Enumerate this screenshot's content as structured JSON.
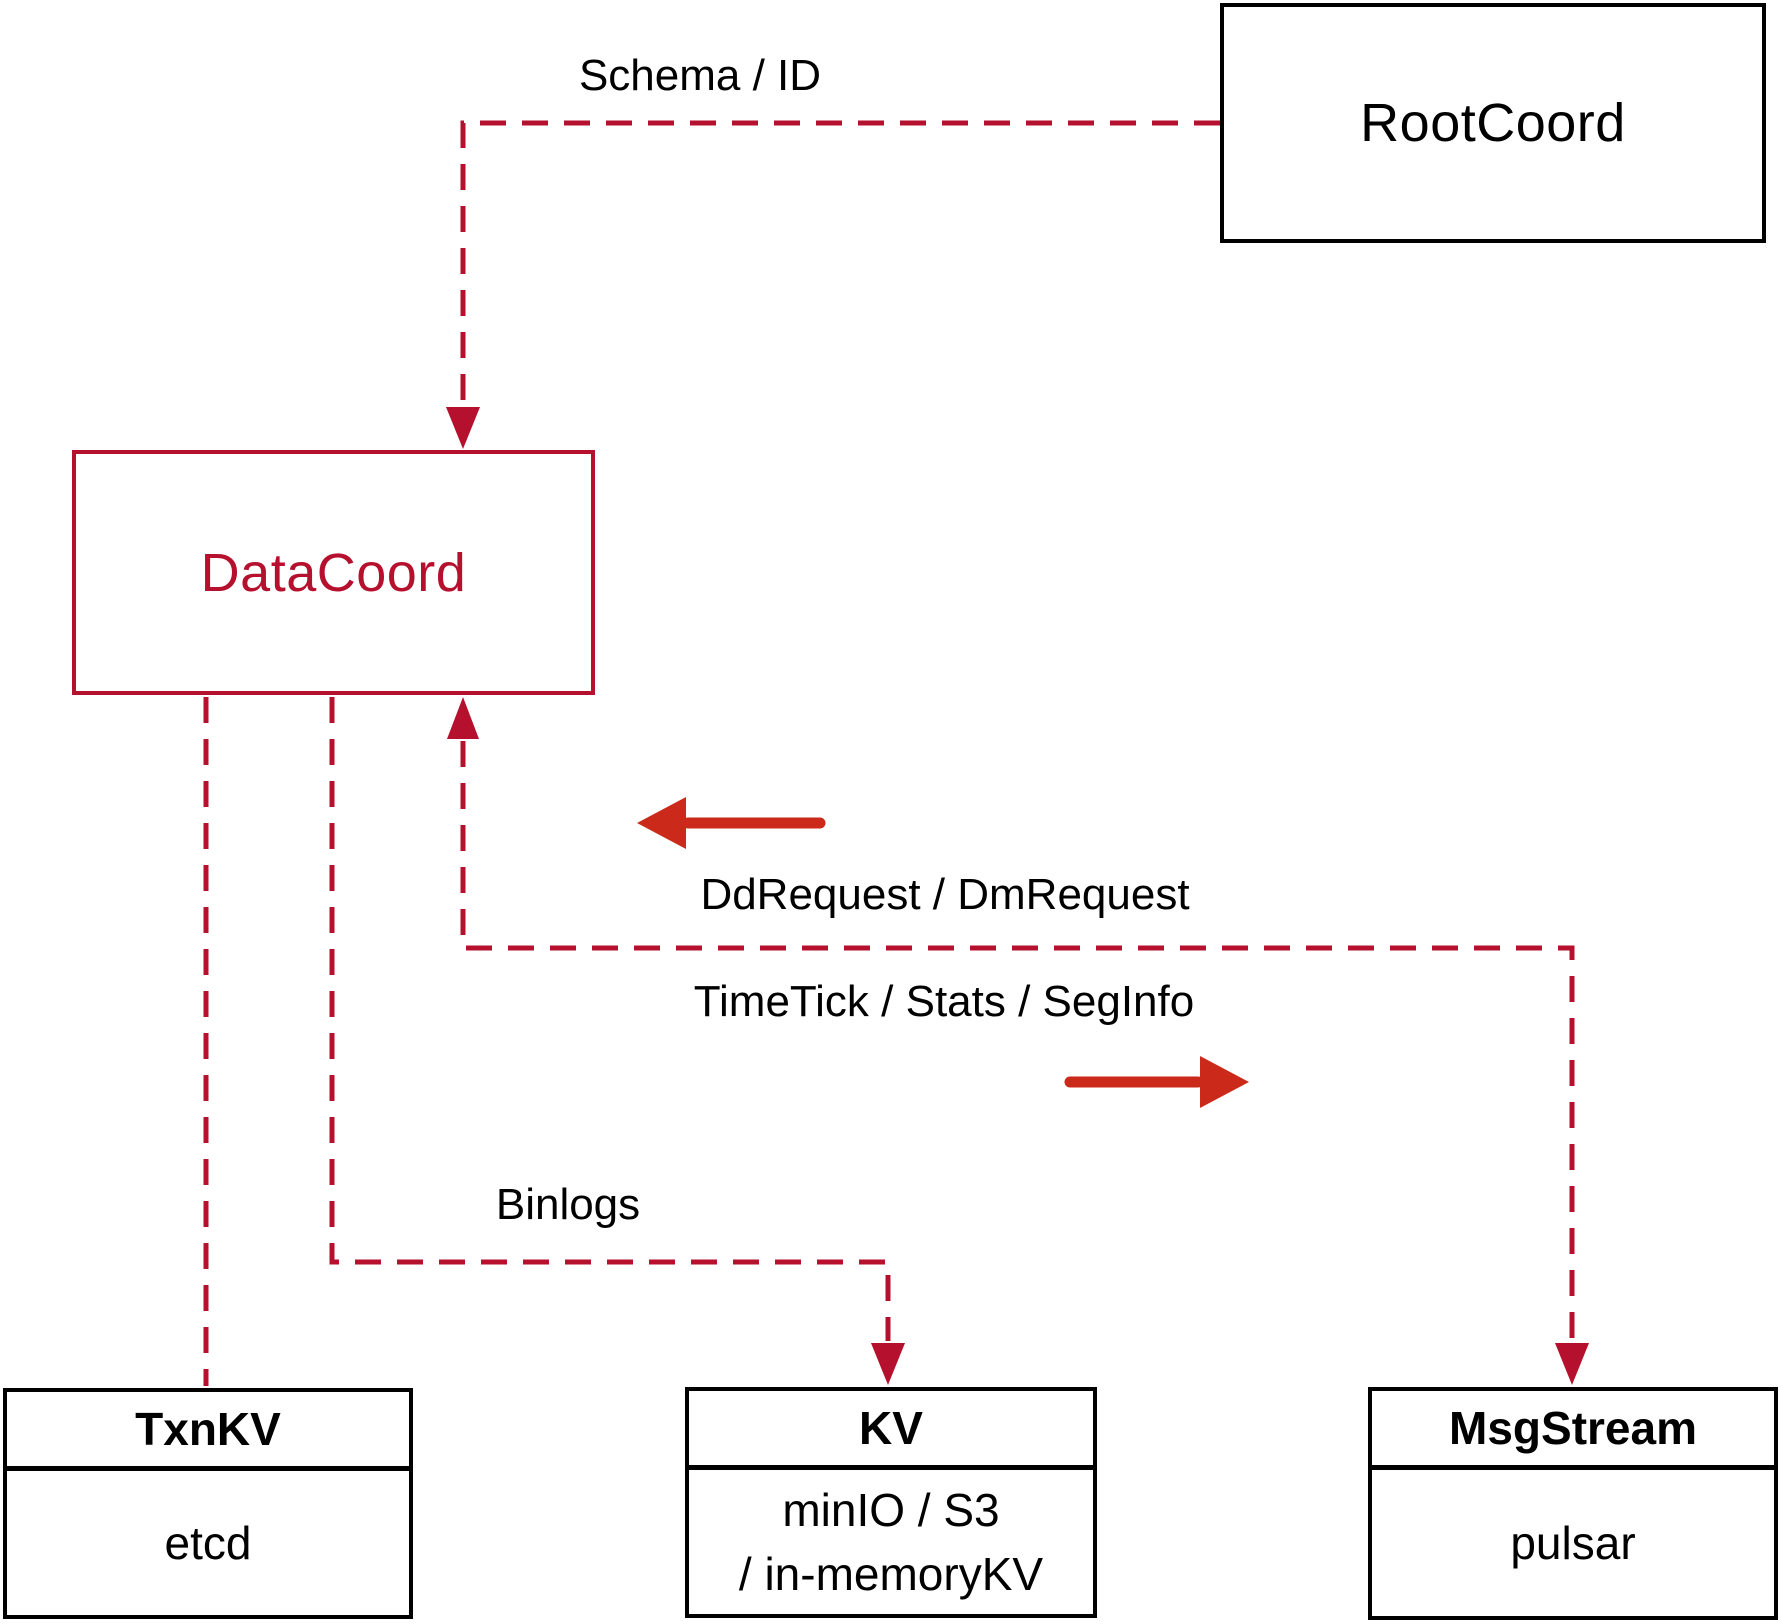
{
  "diagram": {
    "nodes": {
      "rootcoord": {
        "label": "RootCoord"
      },
      "datacoord": {
        "label": "DataCoord"
      },
      "txnkv": {
        "title": "TxnKV",
        "subtitle": "etcd"
      },
      "kv": {
        "title": "KV",
        "subtitle_line1": "minIO / S3",
        "subtitle_line2": "/ in-memoryKV"
      },
      "msgstream": {
        "title": "MsgStream",
        "subtitle": "pulsar"
      }
    },
    "edges": {
      "schema_id": {
        "label": "Schema / ID",
        "from": "RootCoord",
        "to": "DataCoord",
        "style": "dashed-arrow"
      },
      "dd_dm_request": {
        "label": "DdRequest / DmRequest",
        "from": "MsgStream",
        "to": "DataCoord",
        "style": "dashed-arrow"
      },
      "timetick_stats_seginfo": {
        "label": "TimeTick / Stats / SegInfo",
        "from": "DataCoord",
        "to": "MsgStream",
        "style": "dashed-arrow"
      },
      "binlogs": {
        "label": "Binlogs",
        "from": "DataCoord",
        "to": "KV",
        "style": "dashed-arrow"
      },
      "datacoord_txnkv": {
        "label": "",
        "from": "DataCoord",
        "to": "TxnKV",
        "style": "dashed"
      }
    },
    "colors": {
      "dashed_line": "#b5102d",
      "solid_arrow": "#cb2a1a",
      "datacoord_accent": "#b5102d",
      "box_border": "#000000",
      "text": "#000000",
      "background": "#ffffff"
    }
  }
}
